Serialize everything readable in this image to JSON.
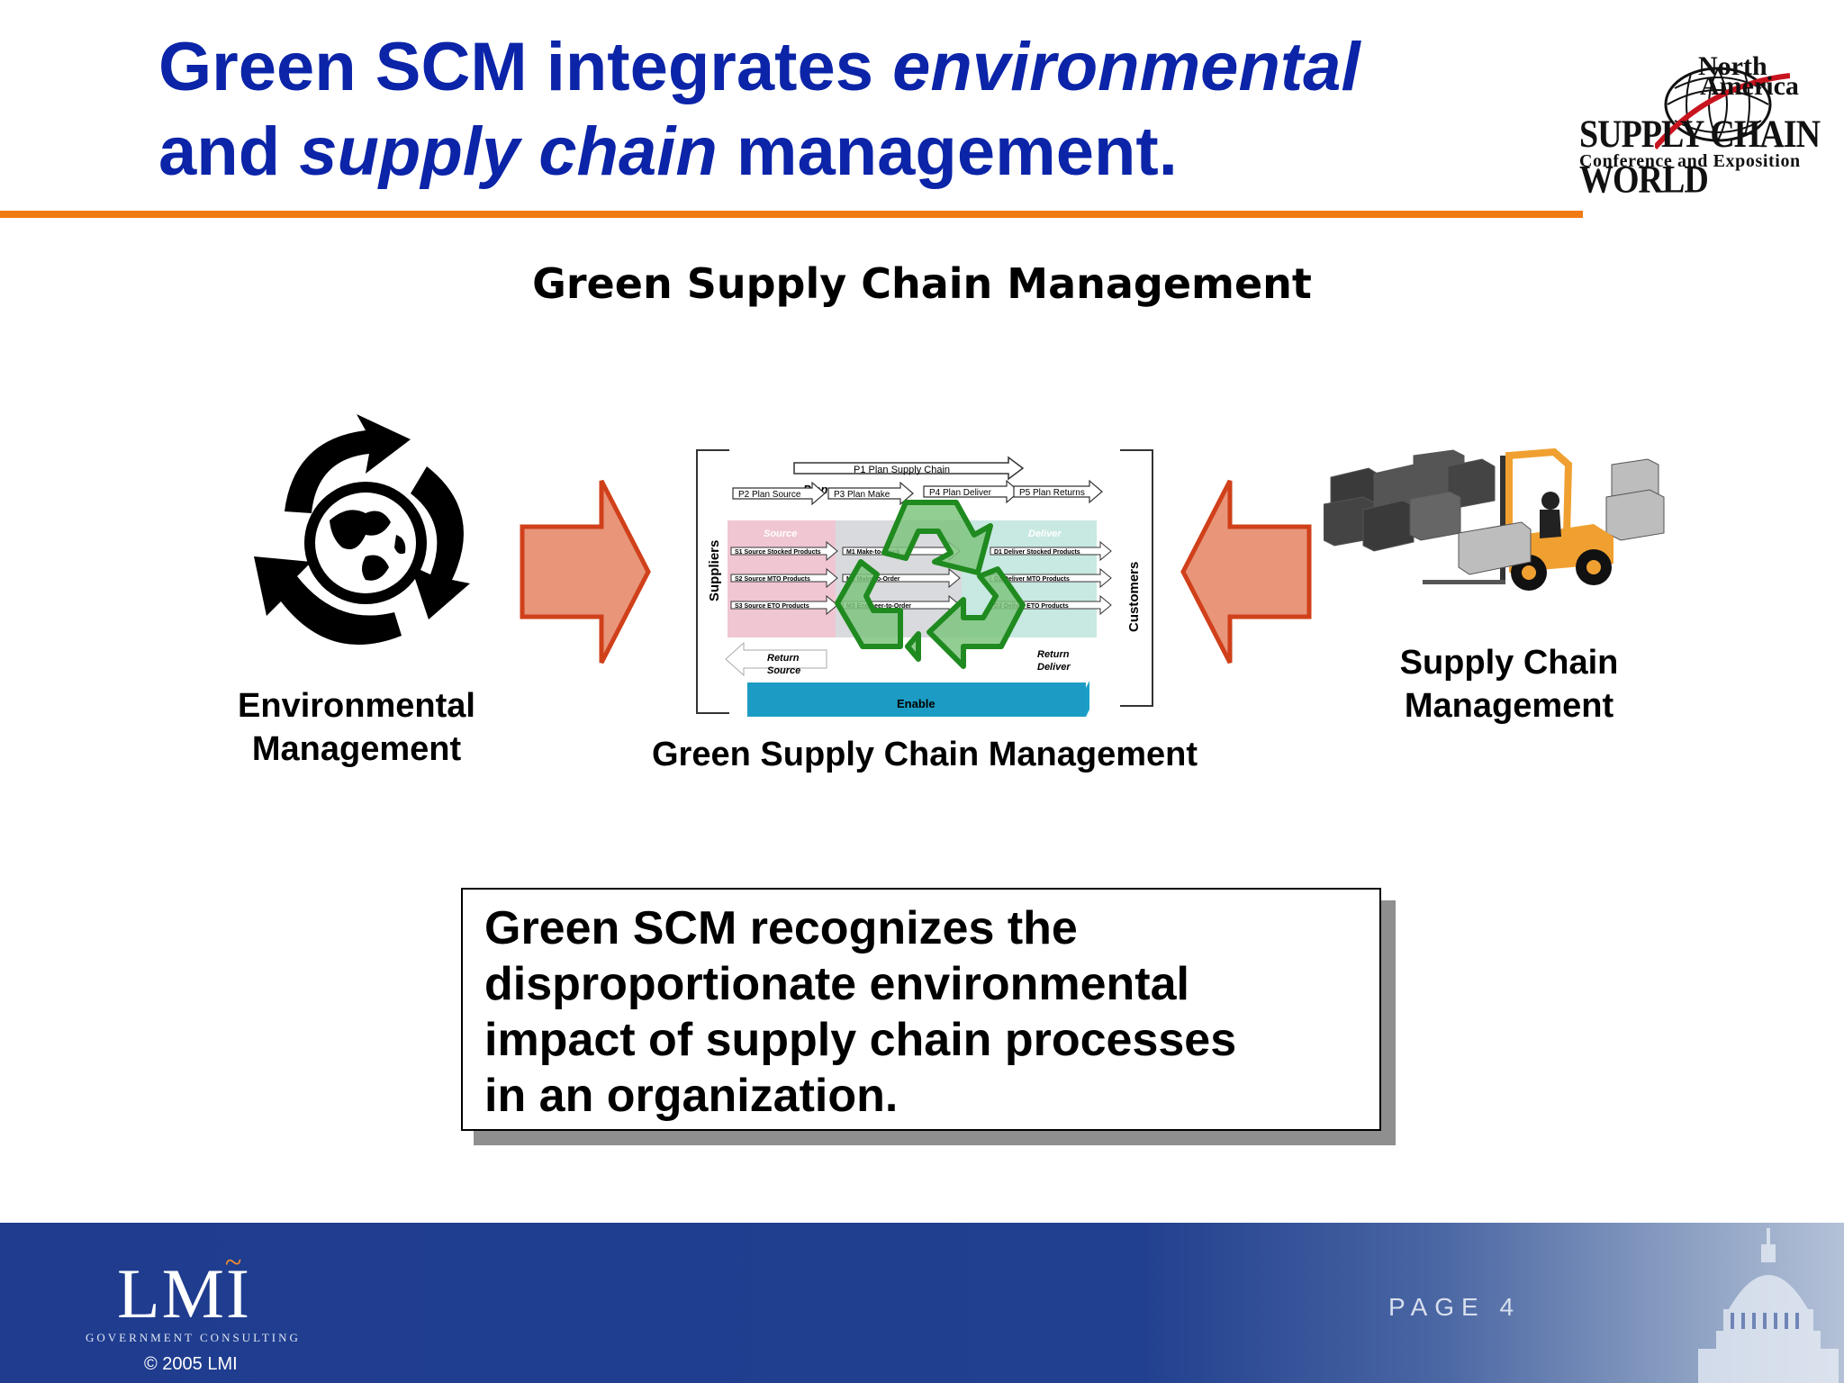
{
  "title": {
    "line1_a": "Green SCM integrates ",
    "line1_b": "environmental",
    "line2_a": "and ",
    "line2_b": "supply chain",
    "line2_c": " management."
  },
  "conference_logo": {
    "line1": "North",
    "line2": "America",
    "brand": "SUPPLY CHAIN WORLD",
    "tagline": "Conference and Exposition"
  },
  "diagram": {
    "heading": "Green Supply Chain Management",
    "left_caption": [
      "Environmental",
      "Management"
    ],
    "center_caption": "Green Supply Chain Management",
    "right_caption": [
      "Supply Chain",
      "Management"
    ],
    "scor": {
      "plan": "Plan",
      "p1": "P1  Plan Supply Chain",
      "p2": "P2  Plan Source",
      "p3": "P3  Plan Make",
      "p4": "P4  Plan Deliver",
      "p5": "P5  Plan Returns",
      "source": "Source",
      "deliver": "Deliver",
      "s1": "S1  Source Stocked Products",
      "s2": "S2  Source MTO Products",
      "s3": "S3  Source ETO Products",
      "m1": "M1  Make-to-Stock",
      "m2": "M2  Make-to-Order",
      "m3": "M3  Engineer-to-Order",
      "d1": "D1  Deliver Stocked Products",
      "d2": "D2  Deliver MTO Products",
      "d3": "D3  Deliver ETO Products",
      "suppliers": "Suppliers",
      "customers": "Customers",
      "return_source": [
        "Return",
        "Source"
      ],
      "return_deliver": [
        "Return",
        "Deliver"
      ],
      "enable": "Enable"
    }
  },
  "callout": {
    "lines": [
      "Green SCM recognizes the",
      "disproportionate environmental",
      "impact of supply chain processes",
      "in an organization."
    ]
  },
  "footer": {
    "logo": "LMI",
    "logo_sub": "GOVERNMENT  CONSULTING",
    "copyright": "© 2005 LMI",
    "page": "PAGE 4"
  },
  "colors": {
    "title": "#0b24a8",
    "rule": "#f27a12",
    "arrow_fill": "#e8957a",
    "arrow_stroke": "#d0401a",
    "recycle": "#2e9a2e",
    "enable_bar": "#1aa0c8",
    "footer": "#21408f"
  }
}
